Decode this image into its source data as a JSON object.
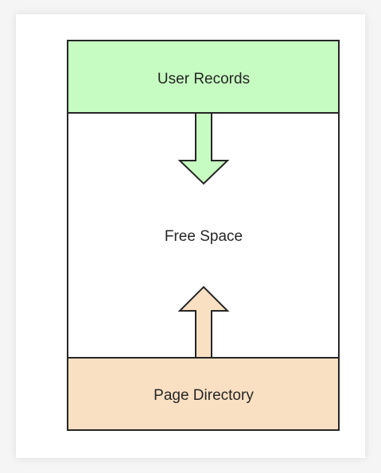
{
  "diagram": {
    "title": "",
    "top_block": {
      "label": "User Records",
      "fill": "#c6fcc1"
    },
    "middle_block": {
      "label": "Free Space",
      "fill": "#ffffff"
    },
    "bottom_block": {
      "label": "Page Directory",
      "fill": "#fae0c3"
    },
    "down_arrow": {
      "direction": "down",
      "fill": "#c6fcc1"
    },
    "up_arrow": {
      "direction": "up",
      "fill": "#fae0c3"
    },
    "stroke_color": "#262626"
  }
}
